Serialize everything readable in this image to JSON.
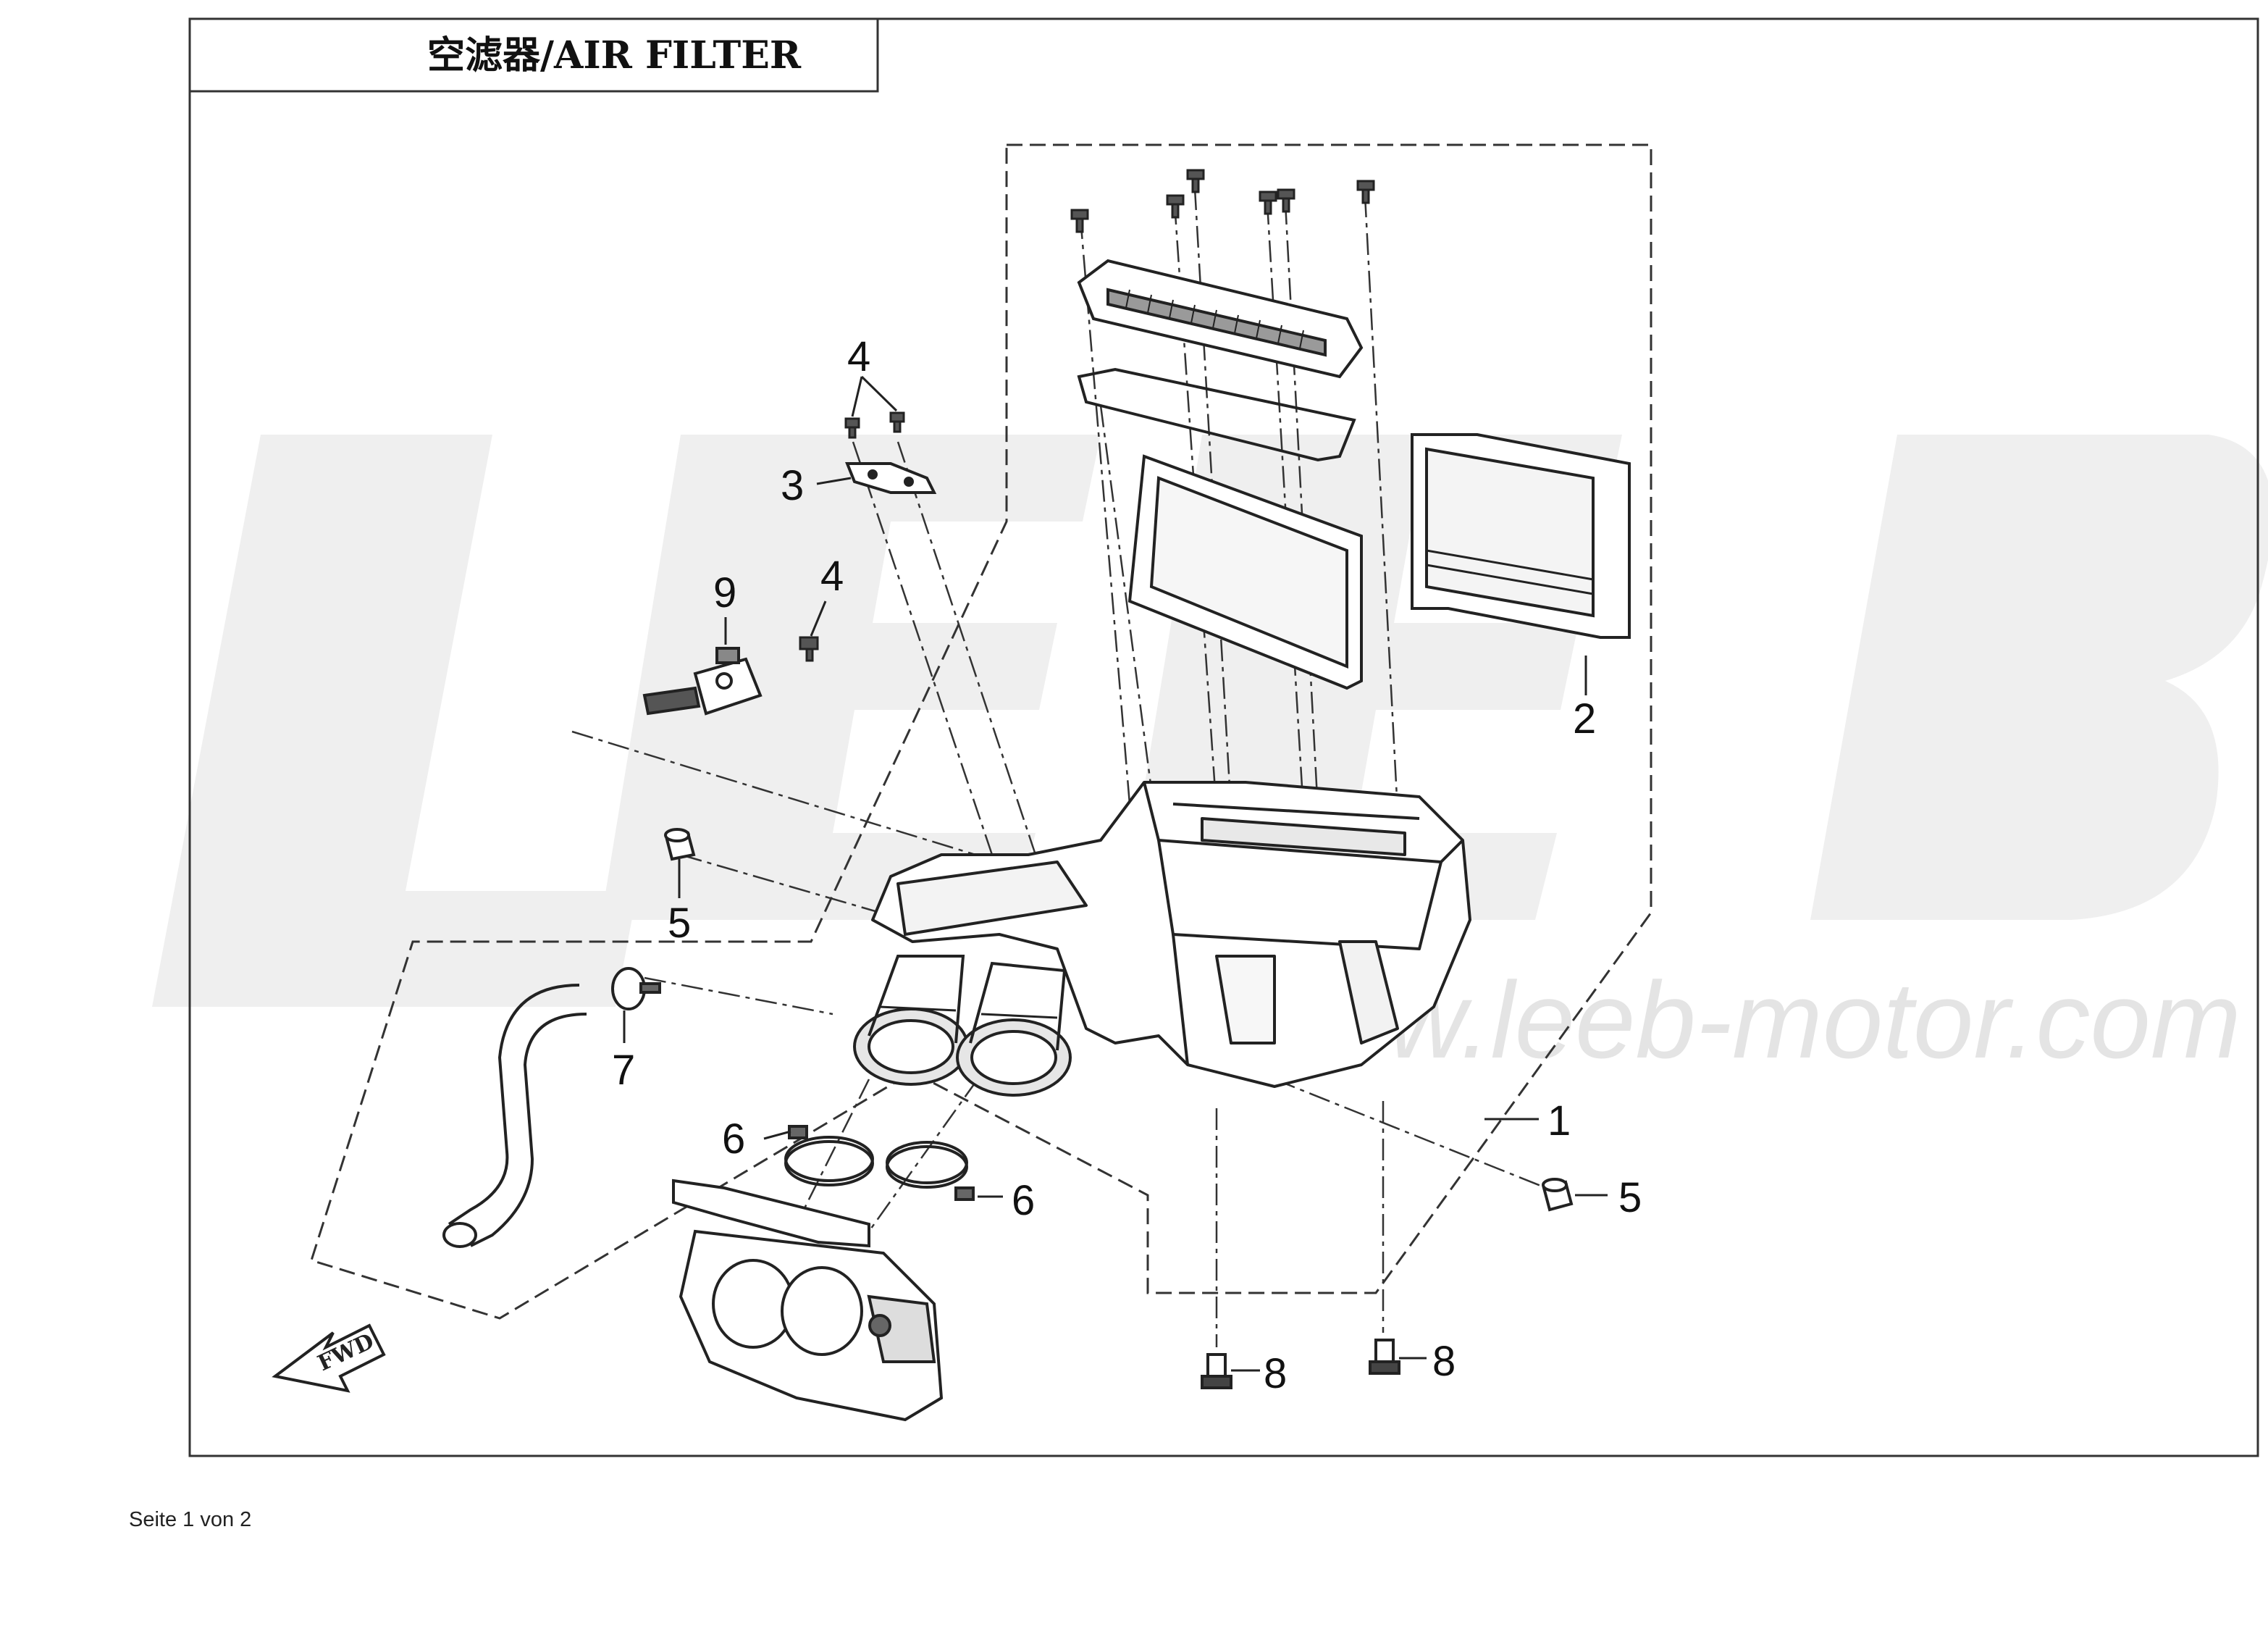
{
  "diagram": {
    "title": "空滤器/AIR FILTER",
    "watermark_url": "www.leeb-motor.com",
    "fwd_label": "FWD",
    "callouts": [
      "1",
      "2",
      "3",
      "4",
      "4",
      "5",
      "5",
      "6",
      "6",
      "7",
      "8",
      "8",
      "9"
    ]
  },
  "footer": {
    "page_label": "Seite 1 von 2"
  },
  "colors": {
    "line": "#222222",
    "watermark": "#eeeeee",
    "watermark_text": "#e6e6e6",
    "frame": "#333333"
  }
}
